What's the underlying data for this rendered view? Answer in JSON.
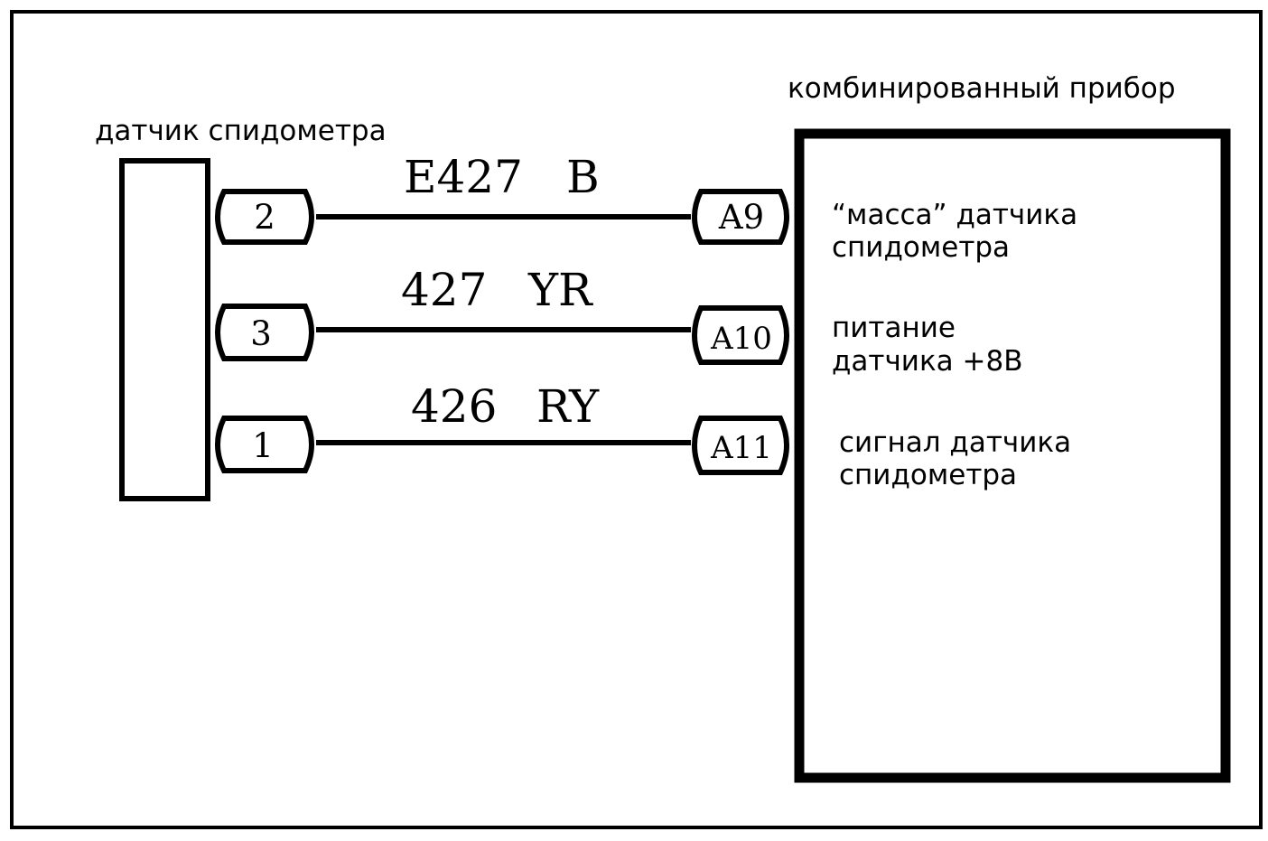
{
  "sensor": {
    "title": "датчик спидометра"
  },
  "cluster": {
    "title": "комбинированный прибор"
  },
  "wires": [
    {
      "sensor_pin": "2",
      "label_code": "E427",
      "label_color": "B",
      "cluster_pin": "A9",
      "description_line1": "“масса” датчика",
      "description_line2": "спидометра"
    },
    {
      "sensor_pin": "3",
      "label_code": "427",
      "label_color": "YR",
      "cluster_pin": "A10",
      "description_line1": "питание",
      "description_line2": "датчика +8В"
    },
    {
      "sensor_pin": "1",
      "label_code": "426",
      "label_color": "RY",
      "cluster_pin": "A11",
      "description_line1": "сигнал датчика",
      "description_line2": "спидометра"
    }
  ]
}
